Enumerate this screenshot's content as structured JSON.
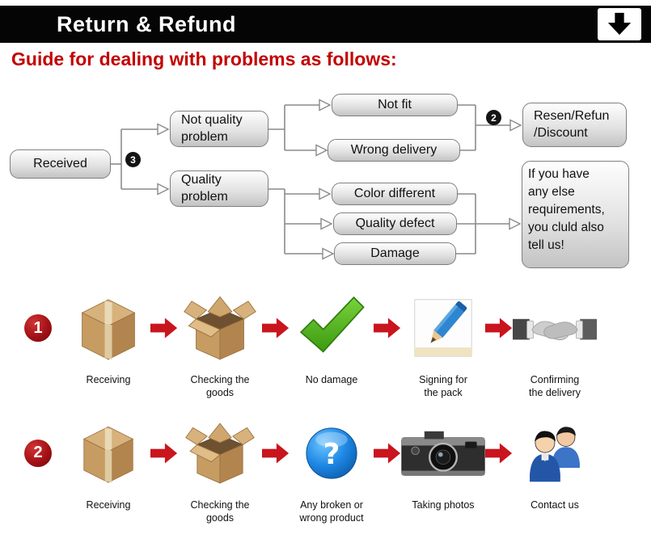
{
  "colors": {
    "header_bg": "#050505",
    "heading_red": "#c30000",
    "process_arrow_red": "#c9151e",
    "row_badge_red": "#a31116",
    "flow_badge_black": "#141414",
    "check_green": "#44b117",
    "question_blue": "#1e88e5",
    "box_brown": "#c79c63"
  },
  "header": {
    "title": "Return & Refund"
  },
  "heading": "Guide for dealing with problems as follows:",
  "flowchart": {
    "received": "Received",
    "branch_badge": "3",
    "merge_badge": "2",
    "not_quality_problem": "Not quality\nproblem",
    "quality_problem": "Quality\nproblem",
    "not_fit": "Not fit",
    "wrong_delivery": "Wrong delivery",
    "color_different": "Color different",
    "quality_defect": "Quality defect",
    "damage": "Damage",
    "resolution": "Resen/Refun\n/Discount",
    "note": "If you have\nany else\nrequirements,\nyou cluld also\ntell us!"
  },
  "process_rows": [
    {
      "number": "1",
      "steps": [
        {
          "icon": "closed-box-icon",
          "label": "Receiving"
        },
        {
          "icon": "open-box-icon",
          "label": "Checking the\ngoods"
        },
        {
          "icon": "check-icon",
          "label": "No damage"
        },
        {
          "icon": "signing-icon",
          "label": "Signing for\nthe pack"
        },
        {
          "icon": "handshake-icon",
          "label": "Confirming\nthe delivery"
        }
      ]
    },
    {
      "number": "2",
      "steps": [
        {
          "icon": "closed-box-icon",
          "label": "Receiving"
        },
        {
          "icon": "open-box-icon",
          "label": "Checking the\ngoods"
        },
        {
          "icon": "question-icon",
          "label": "Any broken or\nwrong product"
        },
        {
          "icon": "camera-icon",
          "label": "Taking photos"
        },
        {
          "icon": "people-icon",
          "label": "Contact us"
        }
      ]
    }
  ]
}
